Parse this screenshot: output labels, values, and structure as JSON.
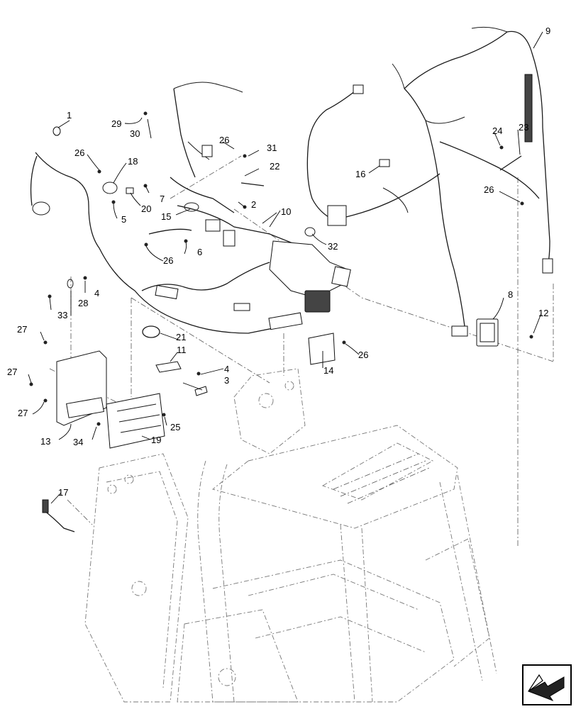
{
  "callouts": [
    "1",
    "2",
    "3",
    "4",
    "5",
    "6",
    "7",
    "8",
    "9",
    "10",
    "11",
    "12",
    "13",
    "14",
    "15",
    "16",
    "17",
    "18",
    "19",
    "20",
    "21",
    "22",
    "23",
    "24",
    "25",
    "26",
    "27",
    "28",
    "29",
    "30",
    "31",
    "32",
    "33",
    "34"
  ],
  "icons": {
    "nav_arrow": "view-direction-arrow-icon"
  }
}
